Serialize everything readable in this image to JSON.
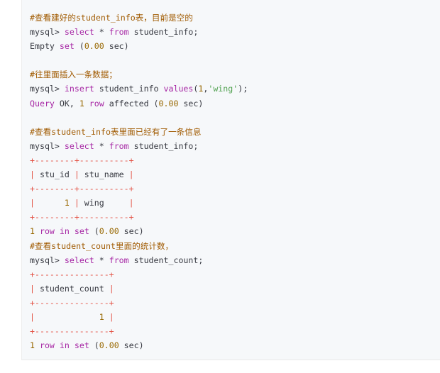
{
  "code": {
    "lines": [
      [
        {
          "t": "#查看建好的student_info表，目前是空的",
          "c": "comment"
        }
      ],
      [
        {
          "t": "mysql> ",
          "c": "plain"
        },
        {
          "t": "select",
          "c": "kw"
        },
        {
          "t": " * ",
          "c": "plain"
        },
        {
          "t": "from",
          "c": "kw"
        },
        {
          "t": " student_info;",
          "c": "plain"
        }
      ],
      [
        {
          "t": "Empty ",
          "c": "plain"
        },
        {
          "t": "set",
          "c": "kw"
        },
        {
          "t": " (",
          "c": "plain"
        },
        {
          "t": "0.00",
          "c": "num"
        },
        {
          "t": " sec)",
          "c": "plain"
        }
      ],
      [],
      [
        {
          "t": "#往里面插入一条数据；",
          "c": "comment"
        }
      ],
      [
        {
          "t": "mysql> ",
          "c": "plain"
        },
        {
          "t": "insert",
          "c": "kw"
        },
        {
          "t": " student_info ",
          "c": "plain"
        },
        {
          "t": "values",
          "c": "kw"
        },
        {
          "t": "(",
          "c": "plain"
        },
        {
          "t": "1",
          "c": "num"
        },
        {
          "t": ",",
          "c": "plain"
        },
        {
          "t": "'wing'",
          "c": "str"
        },
        {
          "t": ");",
          "c": "plain"
        }
      ],
      [
        {
          "t": "Query",
          "c": "kw"
        },
        {
          "t": " OK, ",
          "c": "plain"
        },
        {
          "t": "1",
          "c": "num"
        },
        {
          "t": " ",
          "c": "plain"
        },
        {
          "t": "row",
          "c": "kw"
        },
        {
          "t": " affected (",
          "c": "plain"
        },
        {
          "t": "0.00",
          "c": "num"
        },
        {
          "t": " sec)",
          "c": "plain"
        }
      ],
      [],
      [
        {
          "t": "#查看student_info表里面已经有了一条信息",
          "c": "comment"
        }
      ],
      [
        {
          "t": "mysql> ",
          "c": "plain"
        },
        {
          "t": "select",
          "c": "kw"
        },
        {
          "t": " * ",
          "c": "plain"
        },
        {
          "t": "from",
          "c": "kw"
        },
        {
          "t": " student_info;",
          "c": "plain"
        }
      ],
      [
        {
          "t": "+--------+----------+",
          "c": "border"
        }
      ],
      [
        {
          "t": "|",
          "c": "border"
        },
        {
          "t": " stu_id ",
          "c": "plain"
        },
        {
          "t": "|",
          "c": "border"
        },
        {
          "t": " stu_name ",
          "c": "plain"
        },
        {
          "t": "|",
          "c": "border"
        }
      ],
      [
        {
          "t": "+--------+----------+",
          "c": "border"
        }
      ],
      [
        {
          "t": "|",
          "c": "border"
        },
        {
          "t": "      ",
          "c": "plain"
        },
        {
          "t": "1",
          "c": "num"
        },
        {
          "t": " ",
          "c": "plain"
        },
        {
          "t": "|",
          "c": "border"
        },
        {
          "t": " wing     ",
          "c": "plain"
        },
        {
          "t": "|",
          "c": "border"
        }
      ],
      [
        {
          "t": "+--------+----------+",
          "c": "border"
        }
      ],
      [
        {
          "t": "1",
          "c": "num"
        },
        {
          "t": " ",
          "c": "plain"
        },
        {
          "t": "row",
          "c": "kw"
        },
        {
          "t": " ",
          "c": "plain"
        },
        {
          "t": "in",
          "c": "kw"
        },
        {
          "t": " ",
          "c": "plain"
        },
        {
          "t": "set",
          "c": "kw"
        },
        {
          "t": " (",
          "c": "plain"
        },
        {
          "t": "0.00",
          "c": "num"
        },
        {
          "t": " sec)",
          "c": "plain"
        }
      ],
      [
        {
          "t": "#查看student_count里面的统计数，",
          "c": "comment"
        }
      ],
      [
        {
          "t": "mysql> ",
          "c": "plain"
        },
        {
          "t": "select",
          "c": "kw"
        },
        {
          "t": " * ",
          "c": "plain"
        },
        {
          "t": "from",
          "c": "kw"
        },
        {
          "t": " student_count;",
          "c": "plain"
        }
      ],
      [
        {
          "t": "+---------------+",
          "c": "border"
        }
      ],
      [
        {
          "t": "|",
          "c": "border"
        },
        {
          "t": " student_count ",
          "c": "plain"
        },
        {
          "t": "|",
          "c": "border"
        }
      ],
      [
        {
          "t": "+---------------+",
          "c": "border"
        }
      ],
      [
        {
          "t": "|",
          "c": "border"
        },
        {
          "t": "             ",
          "c": "plain"
        },
        {
          "t": "1",
          "c": "num"
        },
        {
          "t": " ",
          "c": "plain"
        },
        {
          "t": "|",
          "c": "border"
        }
      ],
      [
        {
          "t": "+---------------+",
          "c": "border"
        }
      ],
      [
        {
          "t": "1",
          "c": "num"
        },
        {
          "t": " ",
          "c": "plain"
        },
        {
          "t": "row",
          "c": "kw"
        },
        {
          "t": " ",
          "c": "plain"
        },
        {
          "t": "in",
          "c": "kw"
        },
        {
          "t": " ",
          "c": "plain"
        },
        {
          "t": "set",
          "c": "kw"
        },
        {
          "t": " (",
          "c": "plain"
        },
        {
          "t": "0.00",
          "c": "num"
        },
        {
          "t": " sec)",
          "c": "plain"
        }
      ]
    ]
  },
  "colors": {
    "background": "#f6f8fa",
    "comment": "#a05a00",
    "keyword": "#a626a4",
    "number": "#986801",
    "string": "#50a14f",
    "border": "#e45649",
    "plain": "#383a42"
  }
}
